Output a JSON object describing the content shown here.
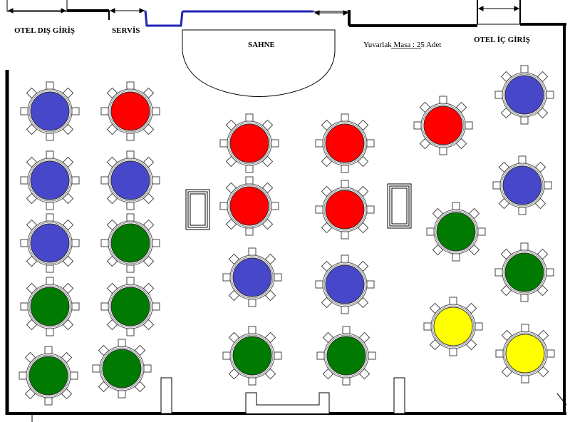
{
  "labels": {
    "outer_entrance": "OTEL DIŞ GİRİŞ",
    "service": "SERVİS",
    "stage": "SAHNE",
    "inner_entrance": "OTEL İÇ GİRİŞ",
    "table_note": "Yuvarlak Masa : 25 Adet"
  },
  "colors": {
    "blue": "#4747c9",
    "red": "#ff0000",
    "green": "#007a00",
    "yellow": "#ffff00",
    "wall": "#000000",
    "window": "#2323b8"
  },
  "tables": [
    {
      "id": "t1",
      "color": "blue"
    },
    {
      "id": "t2",
      "color": "red"
    },
    {
      "id": "t3",
      "color": "blue"
    },
    {
      "id": "t4",
      "color": "blue"
    },
    {
      "id": "t5",
      "color": "blue"
    },
    {
      "id": "t6",
      "color": "green"
    },
    {
      "id": "t7",
      "color": "green"
    },
    {
      "id": "t8",
      "color": "green"
    },
    {
      "id": "t9",
      "color": "green"
    },
    {
      "id": "t10",
      "color": "green"
    },
    {
      "id": "t11",
      "color": "red"
    },
    {
      "id": "t12",
      "color": "red"
    },
    {
      "id": "t13",
      "color": "red"
    },
    {
      "id": "t14",
      "color": "red"
    },
    {
      "id": "t15",
      "color": "blue"
    },
    {
      "id": "t16",
      "color": "blue"
    },
    {
      "id": "t17",
      "color": "green"
    },
    {
      "id": "t18",
      "color": "green"
    },
    {
      "id": "t19",
      "color": "red"
    },
    {
      "id": "t20",
      "color": "green"
    },
    {
      "id": "t21",
      "color": "yellow"
    },
    {
      "id": "t22",
      "color": "blue"
    },
    {
      "id": "t23",
      "color": "blue"
    },
    {
      "id": "t24",
      "color": "green"
    },
    {
      "id": "t25",
      "color": "yellow"
    }
  ]
}
